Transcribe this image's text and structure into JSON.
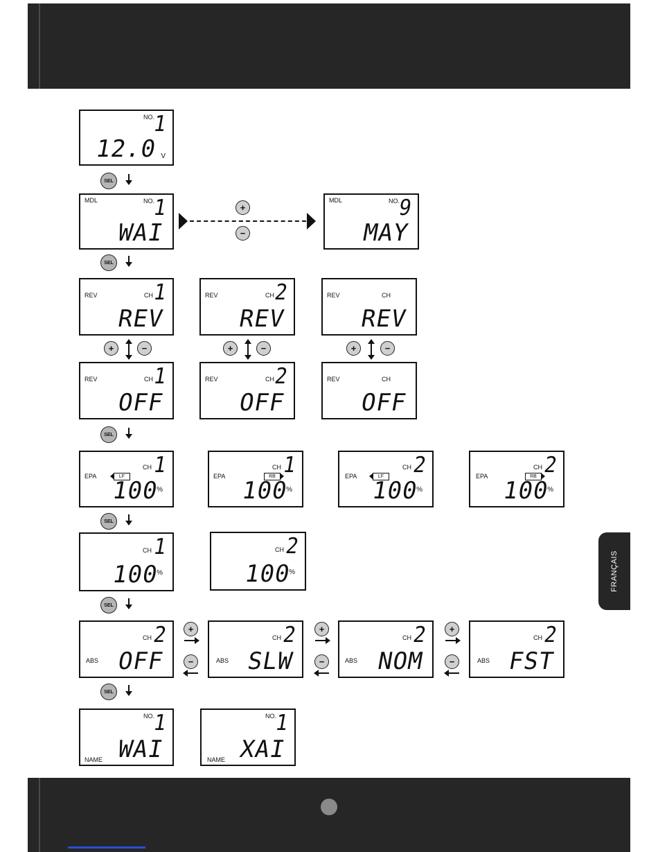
{
  "language_tab": "FRANÇAIS",
  "buttons": {
    "sel": "SEL",
    "plus": "+",
    "minus": "−"
  },
  "icons": {
    "sel": "sel-button-icon",
    "plus": "plus-button-icon",
    "minus": "minus-button-icon"
  },
  "labels": {
    "no": "NO.",
    "mdl": "MDL",
    "rev": "REV",
    "ch": "CH",
    "epa": "EPA",
    "abs": "ABS",
    "name": "NAME",
    "lf": "LF",
    "rb": "RB",
    "percent": "%",
    "volt": "V"
  },
  "rows": {
    "voltage": {
      "no": "1",
      "value": "12.0"
    },
    "model": [
      {
        "no": "1",
        "name": "WAI"
      },
      {
        "no": "9",
        "name": "MAY"
      }
    ],
    "rev": [
      {
        "ch": "1",
        "value": "REV"
      },
      {
        "ch": "2",
        "value": "REV"
      },
      {
        "ch": "",
        "value": "REV"
      }
    ],
    "off": [
      {
        "ch": "1",
        "value": "OFF"
      },
      {
        "ch": "2",
        "value": "OFF"
      },
      {
        "ch": "",
        "value": "OFF"
      }
    ],
    "epa": [
      {
        "ch": "1",
        "value": "100"
      },
      {
        "ch": "1",
        "value": "100"
      },
      {
        "ch": "2",
        "value": "100"
      },
      {
        "ch": "2",
        "value": "100"
      }
    ],
    "ch100": [
      {
        "ch": "1",
        "value": "100"
      },
      {
        "ch": "2",
        "value": "100"
      }
    ],
    "abs": [
      {
        "ch": "2",
        "value": "OFF"
      },
      {
        "ch": "2",
        "value": "SLW"
      },
      {
        "ch": "2",
        "value": "NOM"
      },
      {
        "ch": "2",
        "value": "FST"
      }
    ],
    "name": [
      {
        "no": "1",
        "value": "WAI"
      },
      {
        "no": "1",
        "value": "XAI"
      }
    ]
  }
}
